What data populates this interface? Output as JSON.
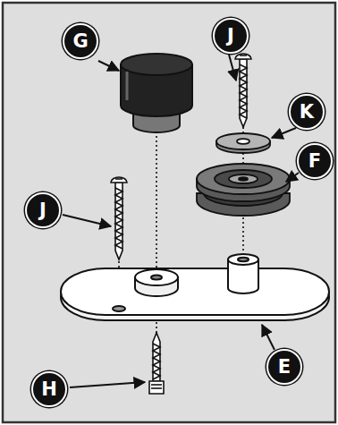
{
  "diagram": {
    "labels": [
      "G",
      "J",
      "K",
      "F",
      "J",
      "E",
      "H"
    ]
  }
}
